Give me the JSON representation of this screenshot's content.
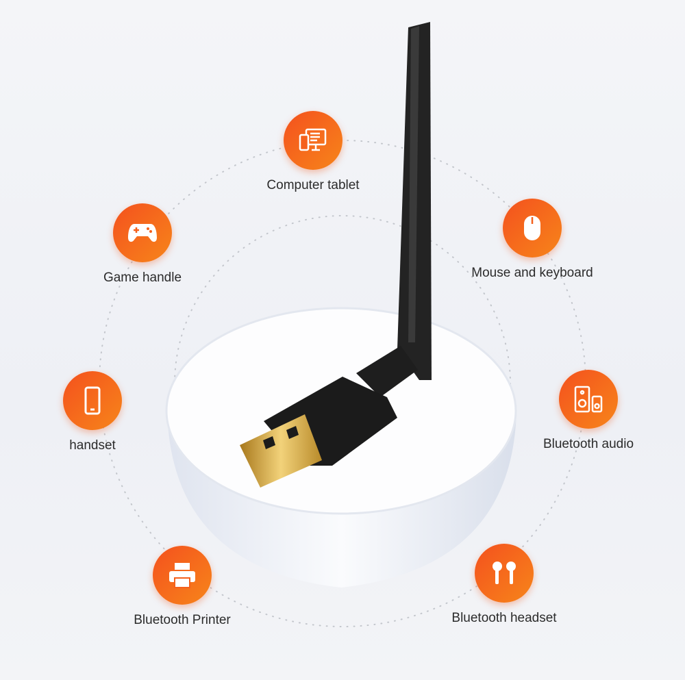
{
  "features": [
    {
      "label": "Computer tablet",
      "icon": "computer-tablet-icon"
    },
    {
      "label": "Game handle",
      "icon": "gamepad-icon"
    },
    {
      "label": "Mouse and keyboard",
      "icon": "mouse-icon"
    },
    {
      "label": "handset",
      "icon": "phone-icon"
    },
    {
      "label": "Bluetooth audio",
      "icon": "speaker-icon"
    },
    {
      "label": "Bluetooth Printer",
      "icon": "printer-icon"
    },
    {
      "label": "Bluetooth headset",
      "icon": "earbuds-icon"
    }
  ],
  "colors": {
    "accent": "#f4511e",
    "accent2": "#f7851a"
  }
}
